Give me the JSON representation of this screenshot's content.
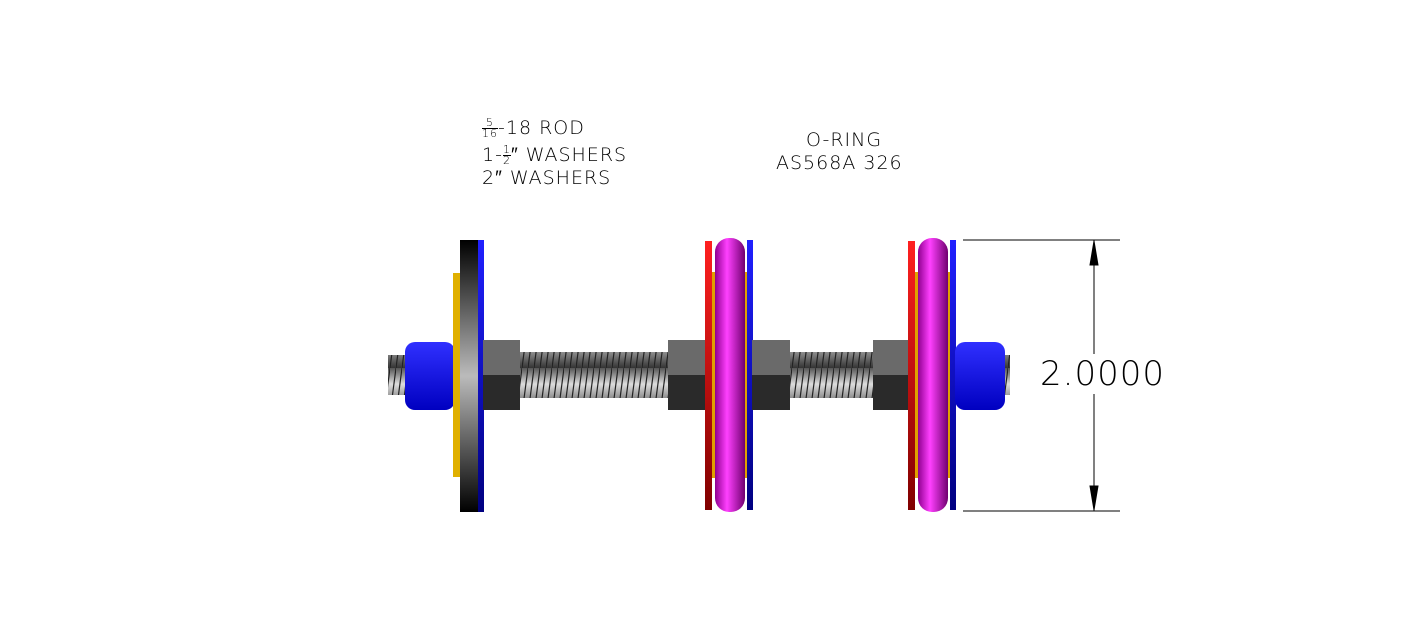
{
  "labels": {
    "rod": {
      "frac_num": "5",
      "frac_den": "16",
      "text": "-18 ROD"
    },
    "washer1": {
      "prefix": "1-",
      "frac_num": "1",
      "frac_den": "2",
      "text": "″ WASHERS"
    },
    "washer2": "2″ WASHERS",
    "oring_title": "O-RING",
    "oring_spec": "AS568A 326"
  },
  "dimension": {
    "value": "2.0000"
  },
  "colors": {
    "nut_blue": "#1a1aff",
    "washer_yellow": "#e0b000",
    "washer_red": "#e00000",
    "oring": "#e000e0",
    "washer_blue": "#0000e0",
    "hex_nut": "#3a3a3a"
  }
}
